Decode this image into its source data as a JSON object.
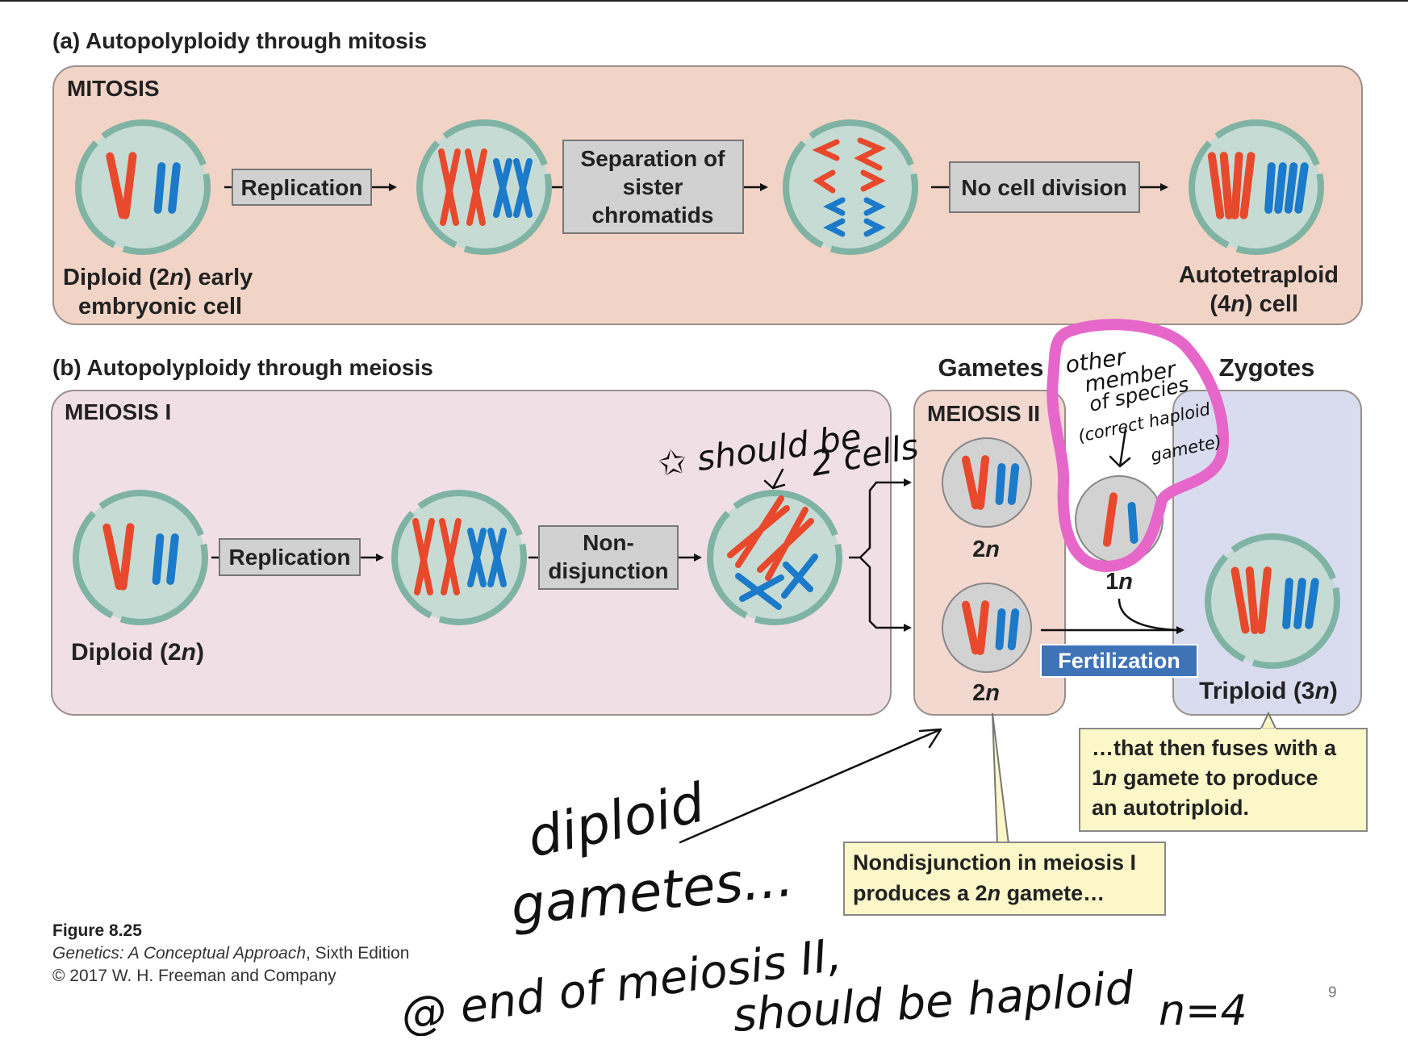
{
  "figure": {
    "top_rule": true,
    "number": "Figure 8.25",
    "book_title": "Genetics: A Conceptual Approach",
    "edition": ", Sixth Edition",
    "copyright": "© 2017 W. H. Freeman and Company",
    "page_number": "9"
  },
  "colors": {
    "red_chromosome": "#e8492c",
    "blue_chromosome": "#1b7ac9",
    "cell_fill": "#c6dbd4",
    "cell_border": "#7fb3a4",
    "mitosis_panel": "#f2d4c6",
    "meiosis1_panel": "#f1dfe6",
    "meiosis2_panel": "#f3d8cf",
    "zygote_panel": "#d9dcee",
    "fertilization_label": "#3f73b8",
    "callout_fill": "#fbf7c8",
    "highlighter_pink": "#e667c9"
  },
  "panel_a": {
    "title": "(a) Autopolyploidy through mitosis",
    "box_title": "MITOSIS",
    "step1": "Replication",
    "step2_line1": "Separation of",
    "step2_line2": "sister",
    "step2_line3": "chromatids",
    "step3": "No cell division",
    "start_cell_line1": "Diploid (2",
    "start_cell_italic": "n",
    "start_cell_line1_end": ") early",
    "start_cell_line2": "embryonic cell",
    "end_cell_line1": "Autotetraploid",
    "end_cell_line2_pre": "(4",
    "end_cell_line2_italic": "n",
    "end_cell_line2_end": ") cell"
  },
  "panel_b": {
    "title": "(b) Autopolyploidy through meiosis",
    "box1_title": "MEIOSIS I",
    "box2_title": "MEIOSIS II",
    "gametes_label": "Gametes",
    "zygotes_label": "Zygotes",
    "step1": "Replication",
    "step2_line1": "Non-",
    "step2_line2": "disjunction",
    "start_cell_pre": "Diploid (2",
    "start_cell_italic": "n",
    "start_cell_end": ")",
    "gamete1_pre": "2",
    "gamete1_italic": "n",
    "gamete2_pre": "2",
    "gamete2_italic": "n",
    "haploid_pre": "1",
    "haploid_italic": "n",
    "fertilization": "Fertilization",
    "zygote_pre": "Triploid (3",
    "zygote_italic": "n",
    "zygote_end": ")"
  },
  "callouts": {
    "nondisjunction_line1": "Nondisjunction in meiosis I",
    "nondisjunction_line2_pre": "produces a 2",
    "nondisjunction_line2_italic": "n",
    "nondisjunction_line2_end": " gamete…",
    "fuse_line1": "…that then fuses with a",
    "fuse_line2_pre": "1",
    "fuse_line2_italic": "n",
    "fuse_line2_end": " gamete to produce",
    "fuse_line3": "an autotriploid."
  },
  "handwriting": {
    "should_be_line1": "✩ should be",
    "should_be_line2": "2 cells",
    "other_member_line1": "other",
    "other_member_line2": "member",
    "other_member_line3": "of species",
    "other_member_line4": "(correct  haploid",
    "other_member_line5": "gamete)",
    "diploid": "diploid",
    "gametes": "gametes...",
    "end_of_meiosis": "@ end of meiosis II,",
    "should_be_haploid": "should be  haploid",
    "n_equals": "n=4"
  }
}
